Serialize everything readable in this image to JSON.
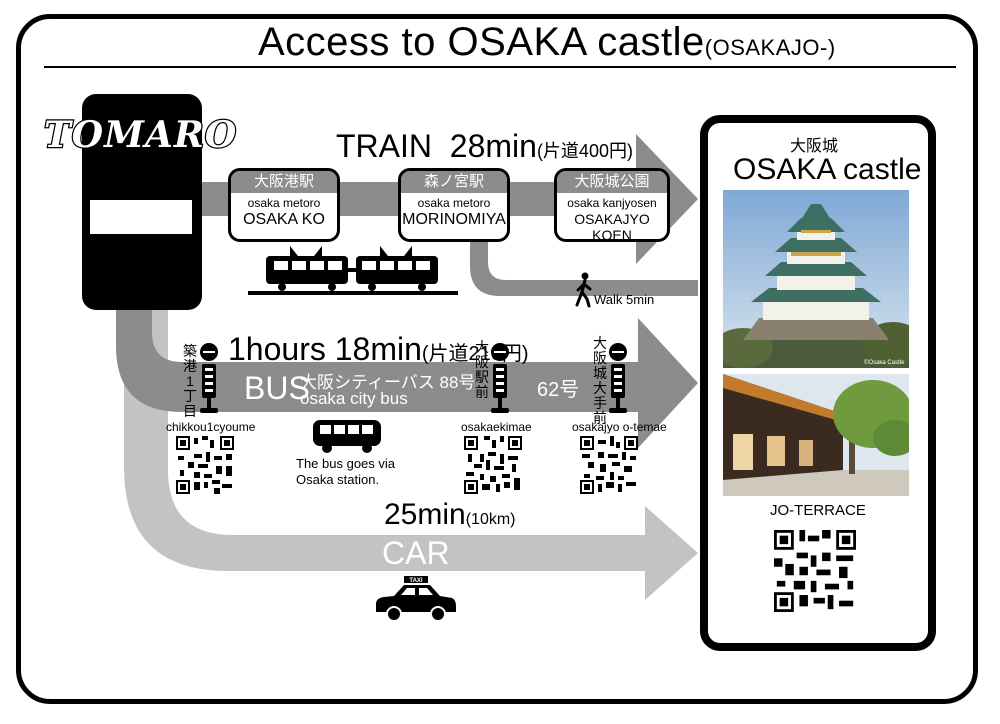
{
  "title": {
    "main": "Access to OSAKA castle",
    "sub": "(OSAKAJO-)"
  },
  "origin": {
    "name": "TOMARO"
  },
  "train": {
    "mode": "TRAIN",
    "time": "28min",
    "fare": "(片道400円)",
    "stations": [
      {
        "jp": "大阪港駅",
        "line": "osaka metoro",
        "en": "OSAKA KO"
      },
      {
        "jp": "森ノ宮駅",
        "line": "osaka metoro",
        "en": "MORINOMIYA"
      },
      {
        "jp": "大阪城公園",
        "line": "osaka kanjyosen",
        "en": "OSAKAJYO KOEN"
      }
    ],
    "walk": "Walk 5min"
  },
  "bus": {
    "time": "1hours 18min",
    "fare": "(片道210円)",
    "mode": "BUS",
    "name_jp": "大阪シティーバス 88号",
    "name_en": "osaka city bus",
    "route2": "62号",
    "via": [
      "The bus goes via",
      "Osaka station."
    ],
    "stops": [
      {
        "jp": "築港1丁目",
        "en": "chikkou1cyoume"
      },
      {
        "jp": "大阪駅前",
        "en": "osakaekimae"
      },
      {
        "jp": "大阪城大手前",
        "en": "osakajyo o-temae"
      }
    ]
  },
  "car": {
    "time": "25min",
    "distance": "(10km)",
    "mode": "CAR",
    "taxi_sign": "TAXI"
  },
  "destination": {
    "name_jp": "大阪城",
    "name_en": "OSAKA castle",
    "photo_credit": "©Osaka Castle",
    "terrace": "JO-TERRACE"
  },
  "colors": {
    "arrow_dark": "#8c8c8c",
    "arrow_light": "#c3c3c3",
    "frame": "#000000"
  },
  "icons": [
    "tram-icon",
    "walker-icon",
    "bus-stop-icon",
    "bus-icon",
    "taxi-icon",
    "qr-code-icon",
    "castle-photo",
    "terrace-photo"
  ]
}
